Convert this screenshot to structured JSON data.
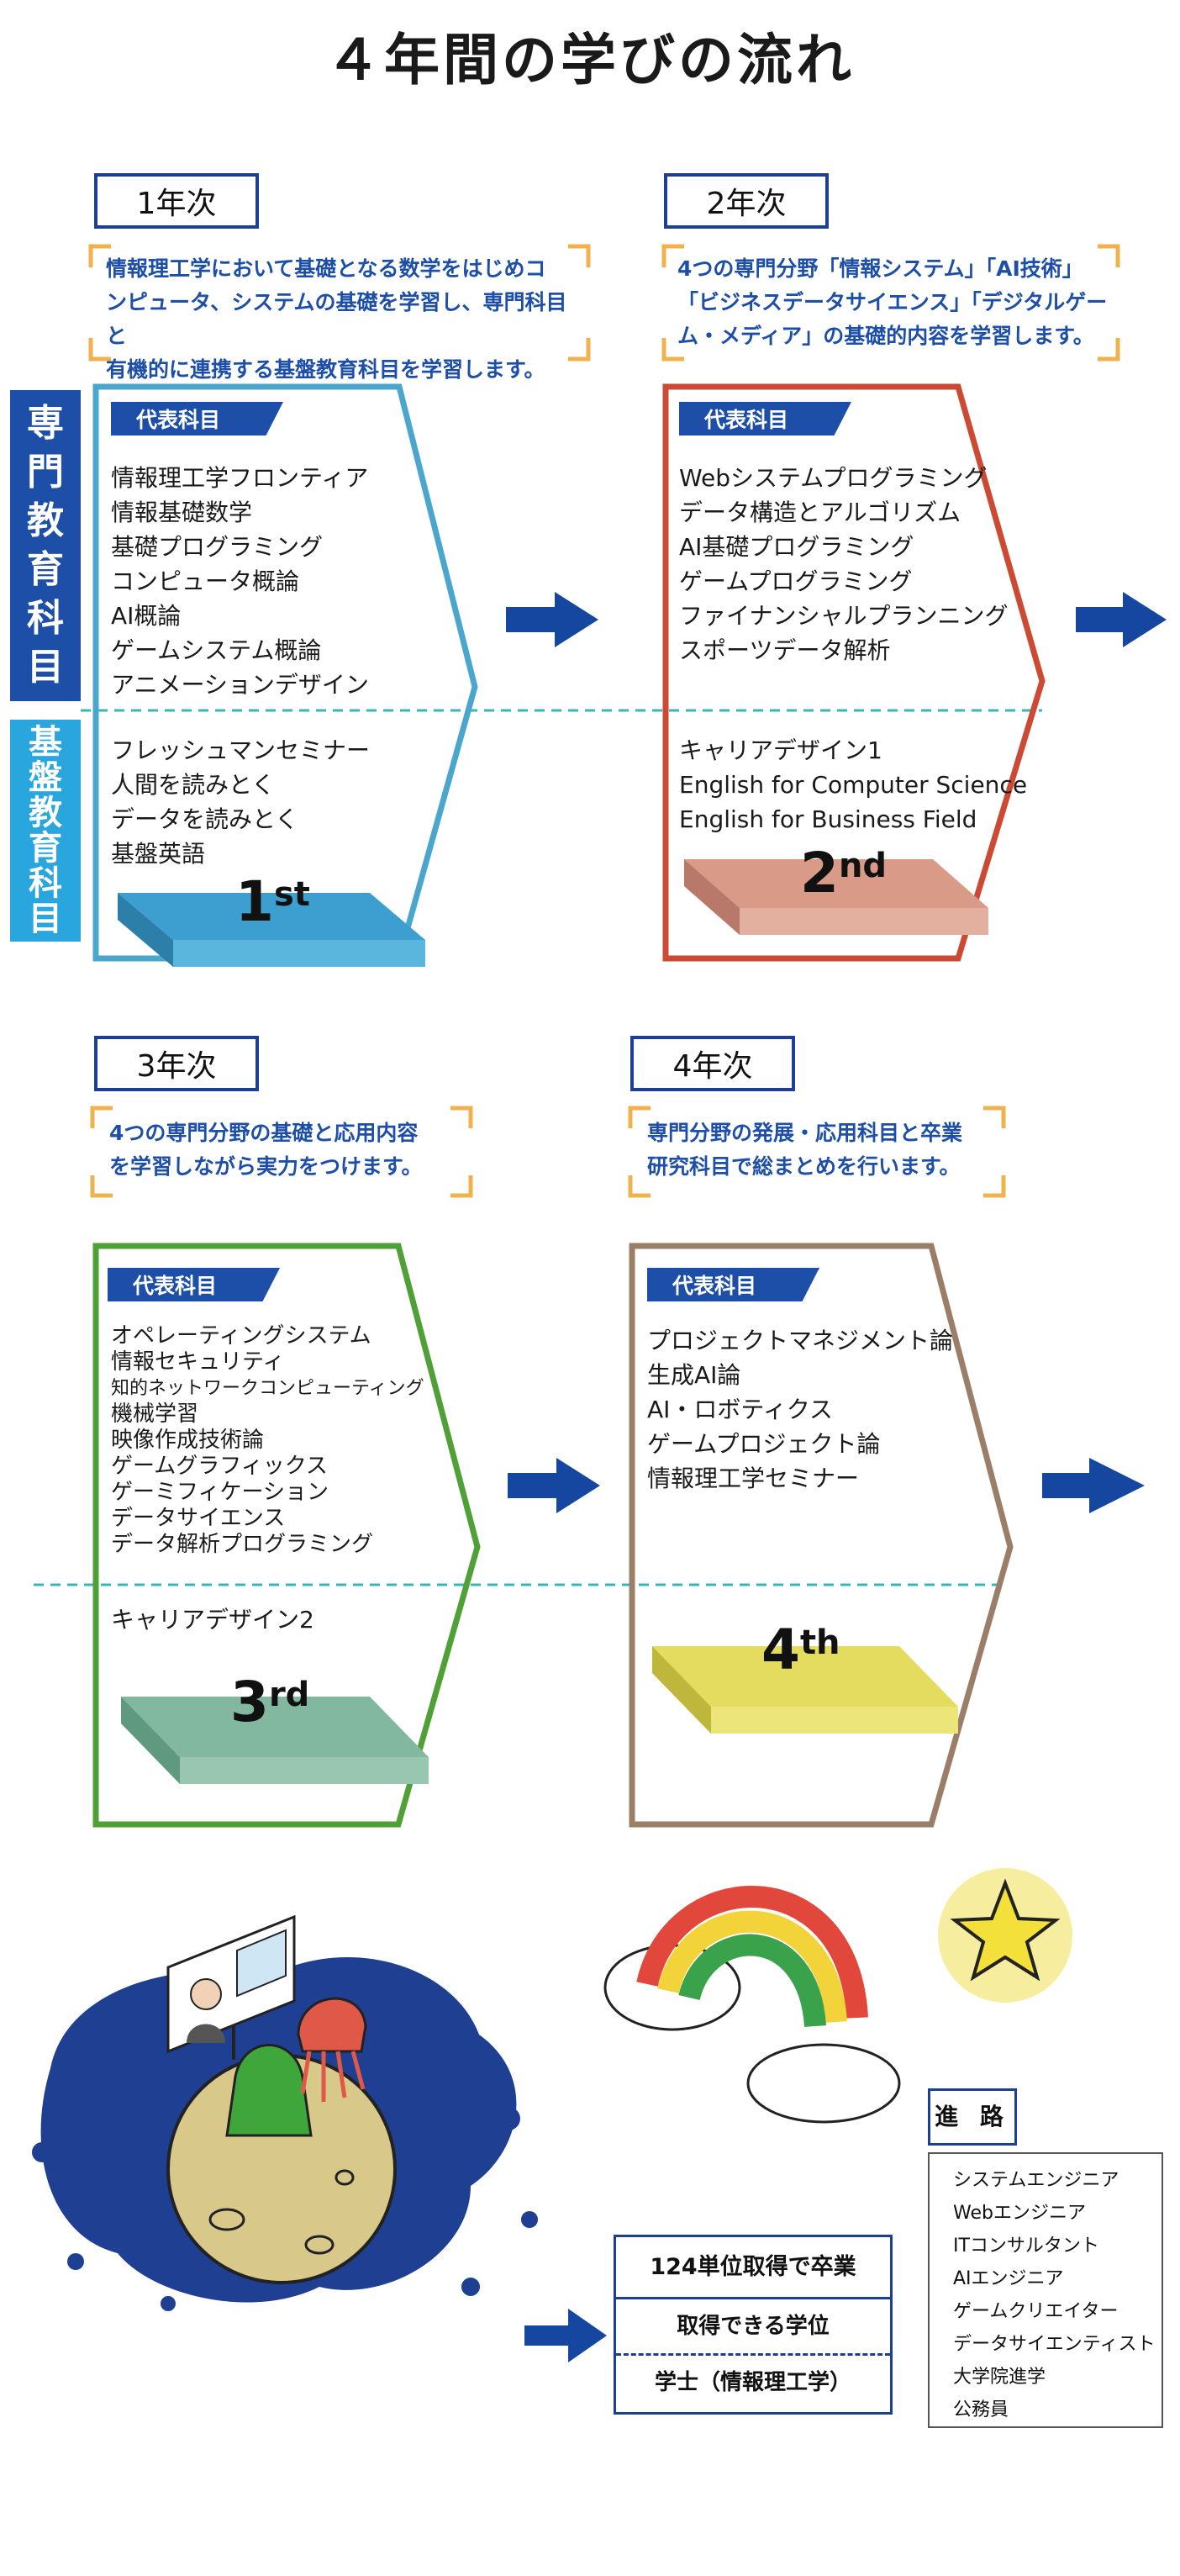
{
  "title": "４年間の学びの流れ",
  "side_labels": {
    "specialized": [
      "専",
      "門",
      "教",
      "育",
      "科",
      "目"
    ],
    "foundation": [
      "基",
      "盤",
      "教",
      "育",
      "科",
      "目"
    ]
  },
  "tag_label": "代表科目",
  "years": [
    {
      "label": "1年次",
      "desc": [
        "情報理工学において基礎となる数学をはじめコ",
        "ンピュータ、システムの基礎を学習し、専門科目と",
        "有機的に連携する基盤教育科目を学習します。"
      ],
      "specialized": [
        "情報理工学フロンティア",
        "情報基礎数学",
        "基礎プログラミング",
        "コンピュータ概論",
        "AI概論",
        "ゲームシステム概論",
        "アニメーションデザイン"
      ],
      "foundation": [
        "フレッシュマンセミナー",
        "人間を読みとく",
        "データを読みとく",
        "基盤英語"
      ],
      "badge_num": "1",
      "badge_suffix": "st",
      "color": "#4aa6cc",
      "platform": "#3d9fd0"
    },
    {
      "label": "2年次",
      "desc": [
        "4つの専門分野「情報システム」「AI技術」",
        "「ビジネスデータサイエンス」「デジタルゲー",
        "ム・メディア」の基礎的内容を学習します。"
      ],
      "specialized": [
        "Webシステムプログラミング",
        "データ構造とアルゴリズム",
        "AI基礎プログラミング",
        "ゲームプログラミング",
        "ファイナンシャルプランニング",
        "スポーツデータ解析"
      ],
      "foundation": [
        "キャリアデザイン1",
        "English for Computer Science",
        "English for Business Field"
      ],
      "badge_num": "2",
      "badge_suffix": "nd",
      "color": "#cc4a34",
      "platform": "#d99a88"
    },
    {
      "label": "3年次",
      "desc": [
        "4つの専門分野の基礎と応用内容",
        "を学習しながら実力をつけます。"
      ],
      "specialized": [
        "オペレーティングシステム",
        "情報セキュリティ",
        "知的ネットワークコンピューティング",
        "機械学習",
        "映像作成技術論",
        "ゲームグラフィックス",
        "ゲーミフィケーション",
        "データサイエンス",
        "データ解析プログラミング"
      ],
      "foundation": [
        "キャリアデザイン2"
      ],
      "badge_num": "3",
      "badge_suffix": "rd",
      "color": "#4fa036",
      "platform": "#83b8a0"
    },
    {
      "label": "4年次",
      "desc": [
        "専門分野の発展・応用科目と卒業",
        "研究科目で総まとめを行います。"
      ],
      "specialized": [
        "プロジェクトマネジメント論",
        "生成AI論",
        "AI・ロボティクス",
        "ゲームプロジェクト論",
        "情報理工学セミナー"
      ],
      "foundation": [],
      "badge_num": "4",
      "badge_suffix": "th",
      "color": "#9a7e68",
      "platform": "#e4dc5e"
    }
  ],
  "graduation": {
    "requirement": "124単位取得で卒業",
    "degree_heading": "取得できる学位",
    "degree": "学士（情報理工学）"
  },
  "career": {
    "heading": "進 路",
    "items": [
      "システムエンジニア",
      "Webエンジニア",
      "ITコンサルタント",
      "AIエンジニア",
      "ゲームクリエイター",
      "データサイエンティスト",
      "大学院進学",
      "公務員"
    ]
  },
  "colors": {
    "navy": "#1d3f8f",
    "arrow": "#1546a0",
    "bracket": "#f0b24e",
    "bar_specialized": "#1d4fa8",
    "bar_foundation": "#2aa6df",
    "dashed": "#3bb3c3"
  }
}
